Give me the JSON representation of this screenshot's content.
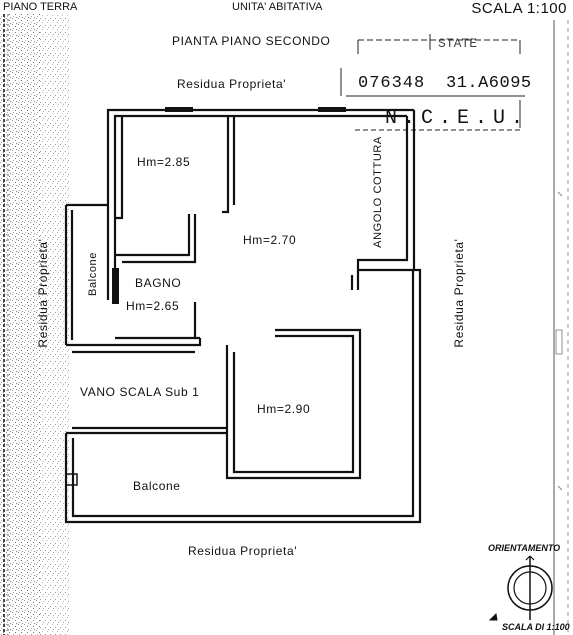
{
  "header": {
    "left": "PIANO TERRA",
    "center": "UNITA' ABITATIVA",
    "right": "SCALA 1:100"
  },
  "plan": {
    "title": "PIANTA PIANO SECONDO",
    "stamp_top": "STATE",
    "cadastral_code": "076348",
    "cadastral_sheet": "31.A6095",
    "registry": "N.C.E.U.",
    "boundary_top": "Residua Proprieta'",
    "boundary_bottom": "Residua Proprieta'",
    "boundary_left": "Residua Proprieta'",
    "boundary_right": "Residua Proprieta'",
    "rooms": {
      "room_top_left": "Hm=2.85",
      "main_room": "Hm=2.70",
      "kitchen_corner": "ANGOLO COTTURA",
      "bathroom_name": "BAGNO",
      "bathroom_height": "Hm=2.65",
      "balcony_left": "Balcone",
      "stair": "VANO SCALA Sub 1",
      "room_lower": "Hm=2.90",
      "balcony_bottom": "Balcone"
    },
    "orientation_label": "ORIENTAMENTO",
    "footer_scale": "SCALA DI 1:100"
  }
}
